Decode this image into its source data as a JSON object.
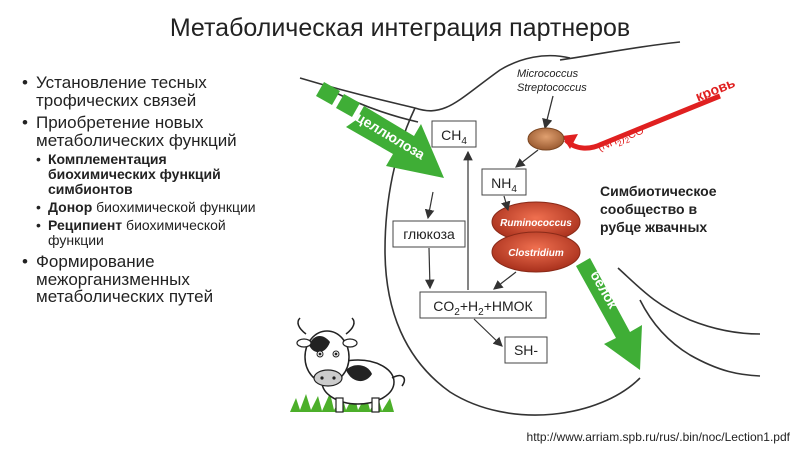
{
  "title": "Метаболическая интеграция партнеров",
  "bullets": {
    "b1": "Установление тесных трофических связей",
    "b2": "Приобретение новых метаболических функций",
    "sub1_bold": "Комплементация биохимических функций симбионтов",
    "sub2_bold": "Донор",
    "sub2_rest": " биохимической функции",
    "sub3_bold": "Реципиент",
    "sub3_rest": " биохимической функции",
    "b3": "Формирование межорганизменных метаболических путей"
  },
  "diagram": {
    "cellulose": "целлюлоза",
    "protein": "белок",
    "blood": "кровь",
    "urea_pre": "(NH",
    "urea_sub": "2",
    "urea_post": ")",
    "urea_sub2": "2",
    "urea_end": "CO",
    "micro1": "Micrococcus",
    "micro2": "Streptococcus",
    "ch4_main": "CH",
    "ch4_sub": "4",
    "nh4_main": "NH",
    "nh4_sub": "4",
    "glucose": "глюкоза",
    "ruminococcus": "Ruminococcus",
    "clostridium": "Clostridium",
    "co2_a": "CO",
    "co2_sub": "2",
    "co2_b": "+H",
    "co2_sub2": "2",
    "co2_c": "+НМОК",
    "sh": "SH-",
    "community1": "Симбиотическое",
    "community2": "сообщество в",
    "community3": "рубце жвачных"
  },
  "url": "http://www.arriam.spb.ru/rus/.bin/noc/Lection1.pdf",
  "colors": {
    "green": "#3fae36",
    "red": "#e02020",
    "brown": "#a0522d",
    "line": "#333333"
  }
}
